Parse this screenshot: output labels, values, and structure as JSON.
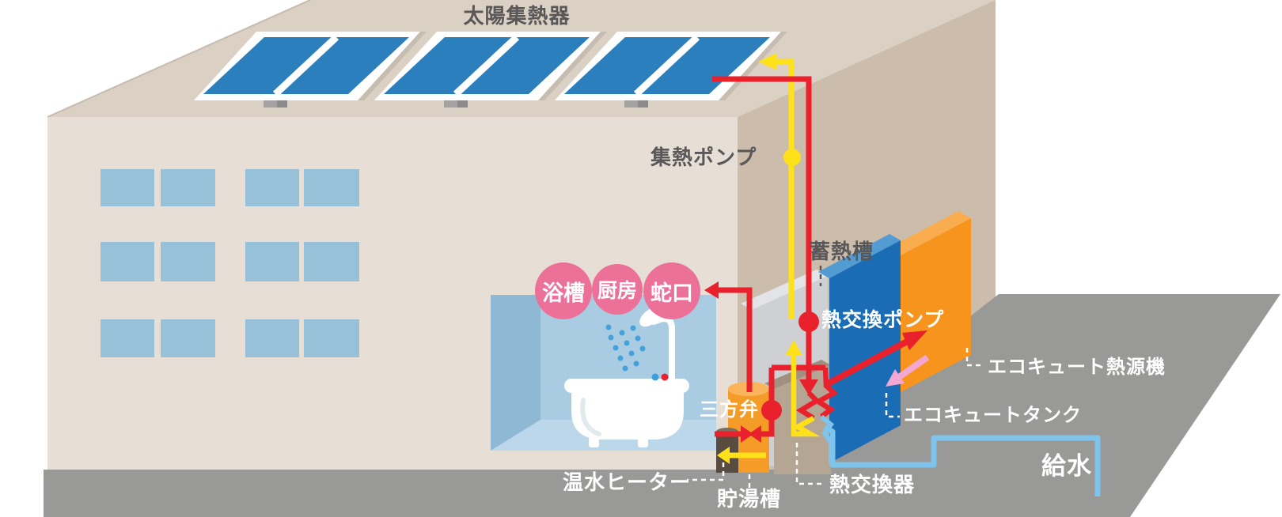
{
  "title": "太陽集熱器",
  "colors": {
    "roof": "#dbd0c4",
    "roofEdge": "#c7bbae",
    "frontWall": "#e7dfd5",
    "rightWall": "#cbbcab",
    "ground": "#999998",
    "windowBlue": "#97c0d9",
    "panelBlue": "#2b7fbd",
    "red": "#e8212d",
    "yellow": "#ffe11a",
    "pink": "#ec7199",
    "pinkArrow": "#f4a7d3",
    "lightBlue": "#7fc4ed",
    "orange": "#f7941e",
    "tankBlue": "#1a6cb5",
    "textDark": "#595757"
  },
  "labels": {
    "solar_collector": "太陽集熱器",
    "collector_pump": "集熱ポンプ",
    "heat_storage_tank": "蓄熱槽",
    "heat_exchange_pump": "熱交換ポンプ",
    "ecocute_heat_source": "エコキュート熱源機",
    "ecocute_tank": "エコキュートタンク",
    "water_supply": "給水",
    "three_way_valve": "三方弁",
    "hot_water_heater": "温水ヒーター",
    "hot_water_storage_tank": "貯湯槽",
    "heat_exchanger": "熱交換器"
  },
  "usage_points": [
    {
      "label": "浴槽"
    },
    {
      "label": "厨房"
    },
    {
      "label": "蛇口"
    }
  ]
}
